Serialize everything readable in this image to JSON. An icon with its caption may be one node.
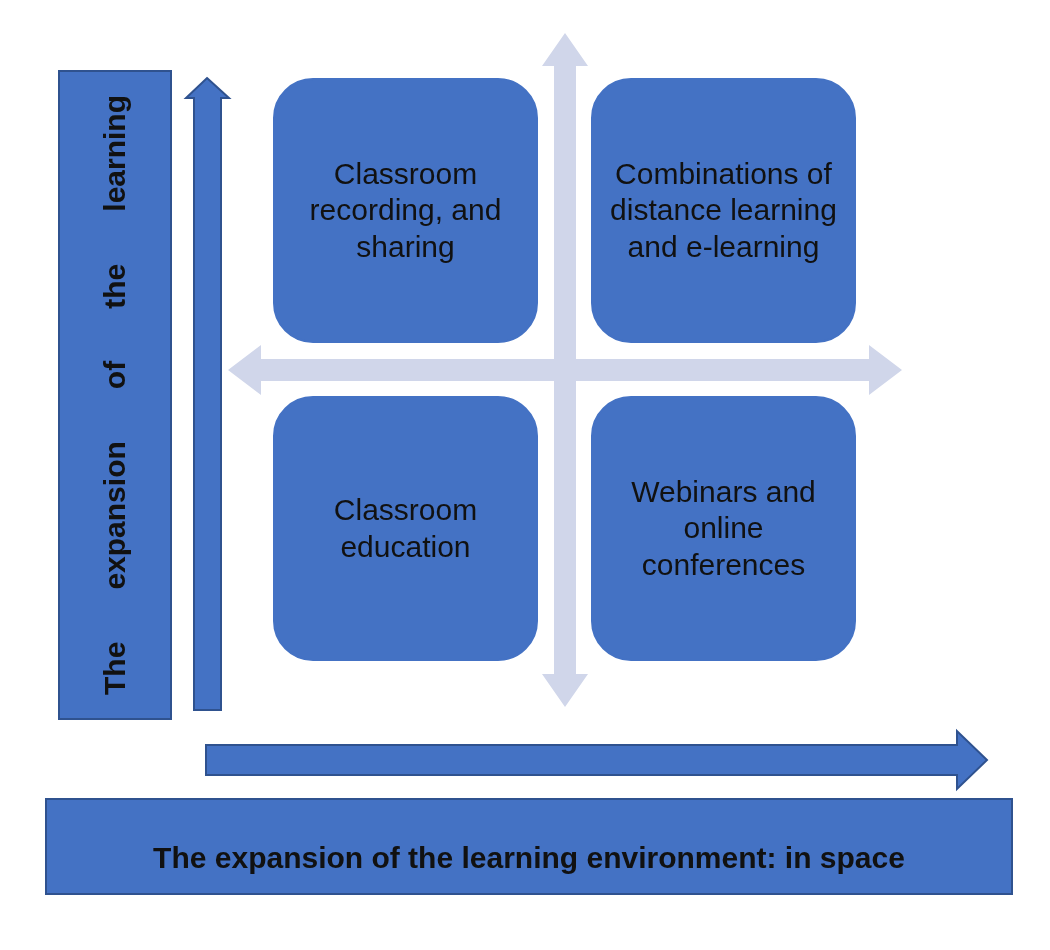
{
  "diagram": {
    "nodes": [
      {
        "text": [
          "The expansion of the learning"
        ]
      },
      {
        "text": [
          "Classroom recording, and sharing"
        ]
      },
      {
        "text": [
          "Combinations of distance learning and e-learning"
        ]
      },
      {
        "text": [
          "Classroom education"
        ]
      },
      {
        "text": [
          "Webinars and online conferences"
        ]
      },
      {
        "text": [
          "The expansion of the learning environment: in space"
        ]
      }
    ],
    "edges": []
  }
}
